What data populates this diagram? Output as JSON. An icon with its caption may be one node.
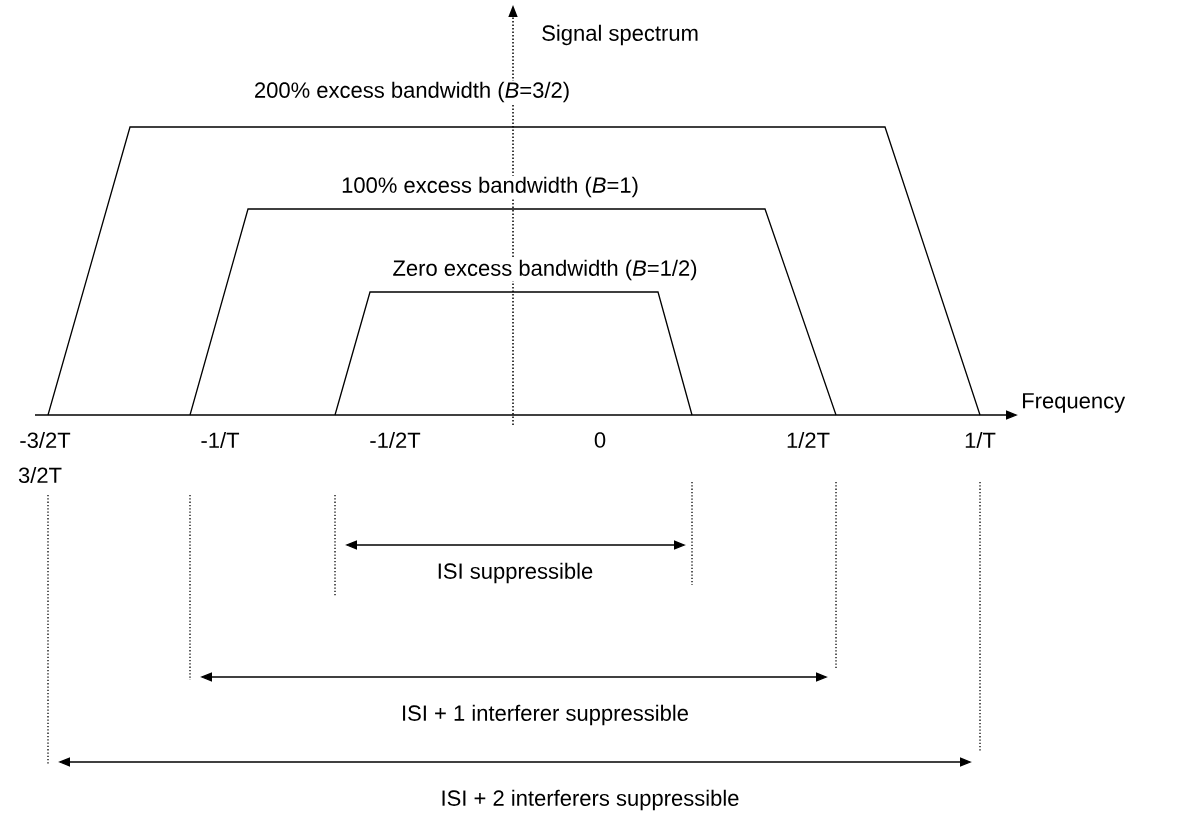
{
  "diagram": {
    "labels": [
      "Signal spectrum",
      "200% excess bandwidth (*B*=3/2)",
      "100% excess bandwidth (*B*=1)",
      "Zero excess bandwidth (*B*=1/2)",
      "Frequency",
      "-3/2T",
      "3/2T",
      "-1/T",
      "-1/2T",
      "0",
      "1/2T",
      "1/T",
      "ISI suppressible",
      "ISI + 1 interferer suppressible",
      "ISI + 2 interferers suppressible"
    ]
  }
}
